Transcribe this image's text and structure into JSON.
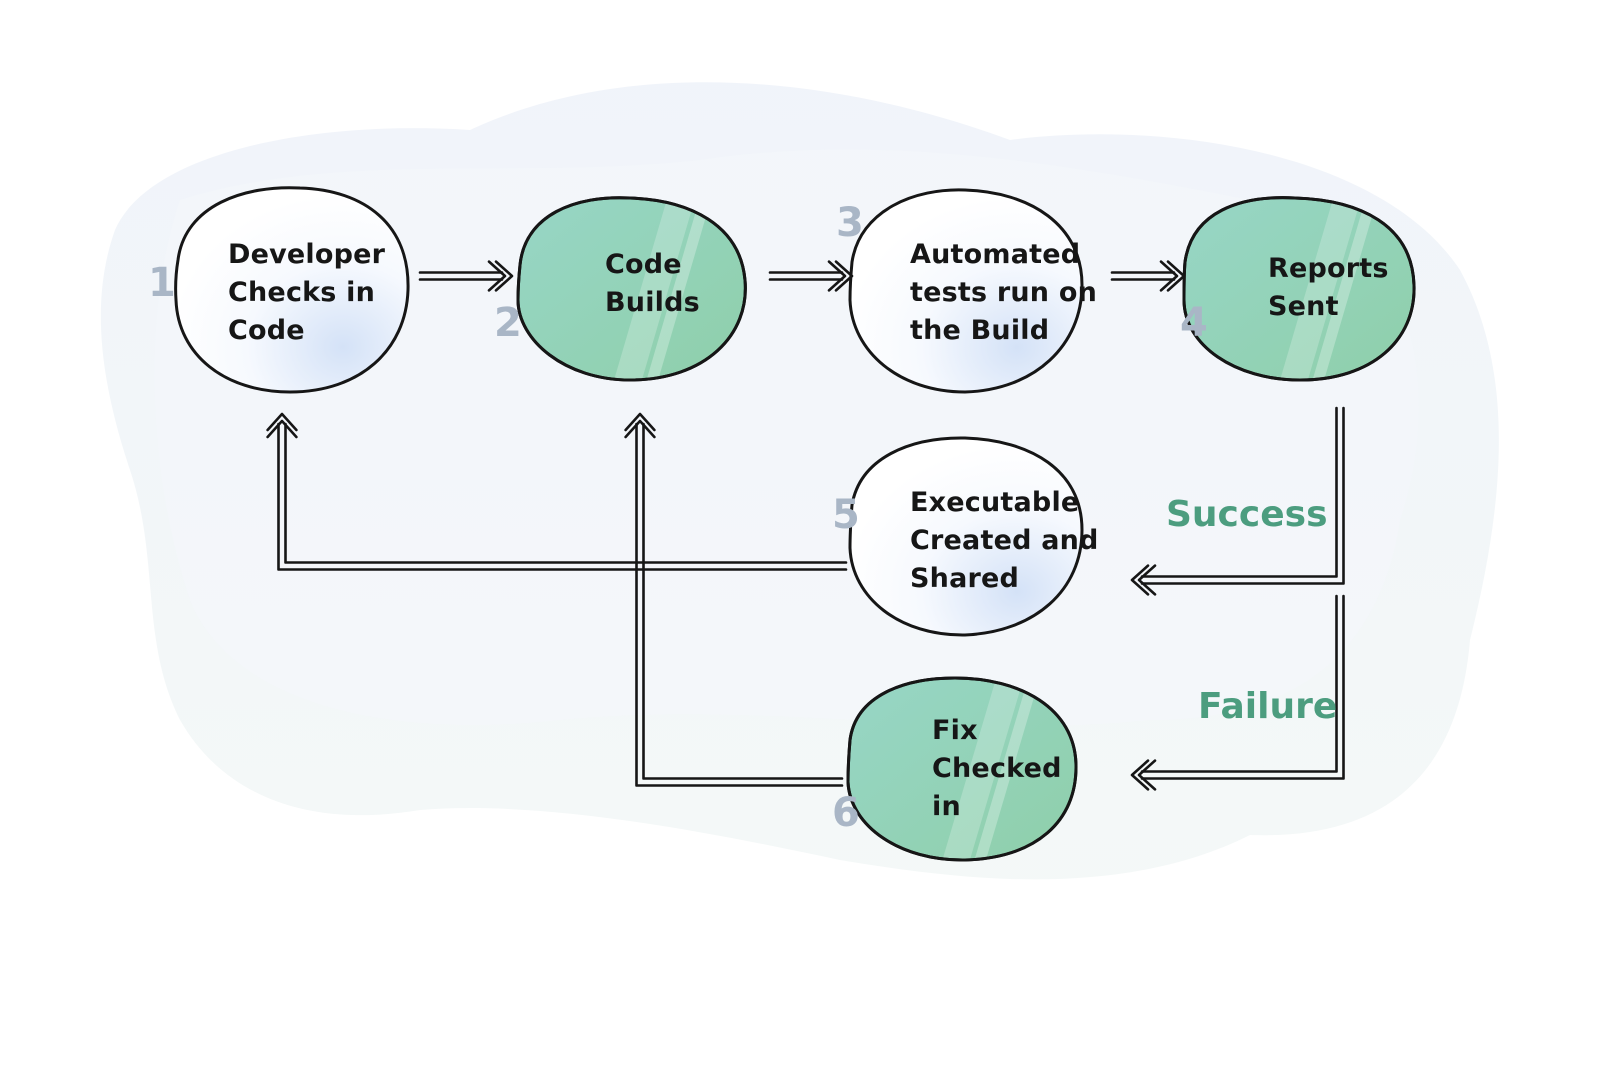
{
  "colors": {
    "green_fill": "#93d3bd",
    "white_fill": "#ffffff",
    "outline": "#161616",
    "number_gray": "#a9b6c6",
    "branch_green": "#4c9d7f",
    "background_blob": "#eaf0f8"
  },
  "nodes": [
    {
      "id": "1",
      "number": "1",
      "label": "Developer\nChecks in\nCode",
      "style": "white"
    },
    {
      "id": "2",
      "number": "2",
      "label": "Code\nBuilds",
      "style": "green"
    },
    {
      "id": "3",
      "number": "3",
      "label": "Automated\ntests run on\nthe Build",
      "style": "white"
    },
    {
      "id": "4",
      "number": "4",
      "label": "Reports\nSent",
      "style": "green"
    },
    {
      "id": "5",
      "number": "5",
      "label": "Executable\nCreated and\nShared",
      "style": "white"
    },
    {
      "id": "6",
      "number": "6",
      "label": "Fix\nChecked\nin",
      "style": "green"
    }
  ],
  "edges": [
    {
      "from": "1",
      "to": "2"
    },
    {
      "from": "2",
      "to": "3"
    },
    {
      "from": "3",
      "to": "4"
    },
    {
      "from": "4",
      "to": "5",
      "label": "Success"
    },
    {
      "from": "4",
      "to": "6",
      "label": "Failure"
    },
    {
      "from": "5",
      "to": "1"
    },
    {
      "from": "6",
      "to": "2"
    }
  ],
  "branch_labels": {
    "success": "Success",
    "failure": "Failure"
  }
}
